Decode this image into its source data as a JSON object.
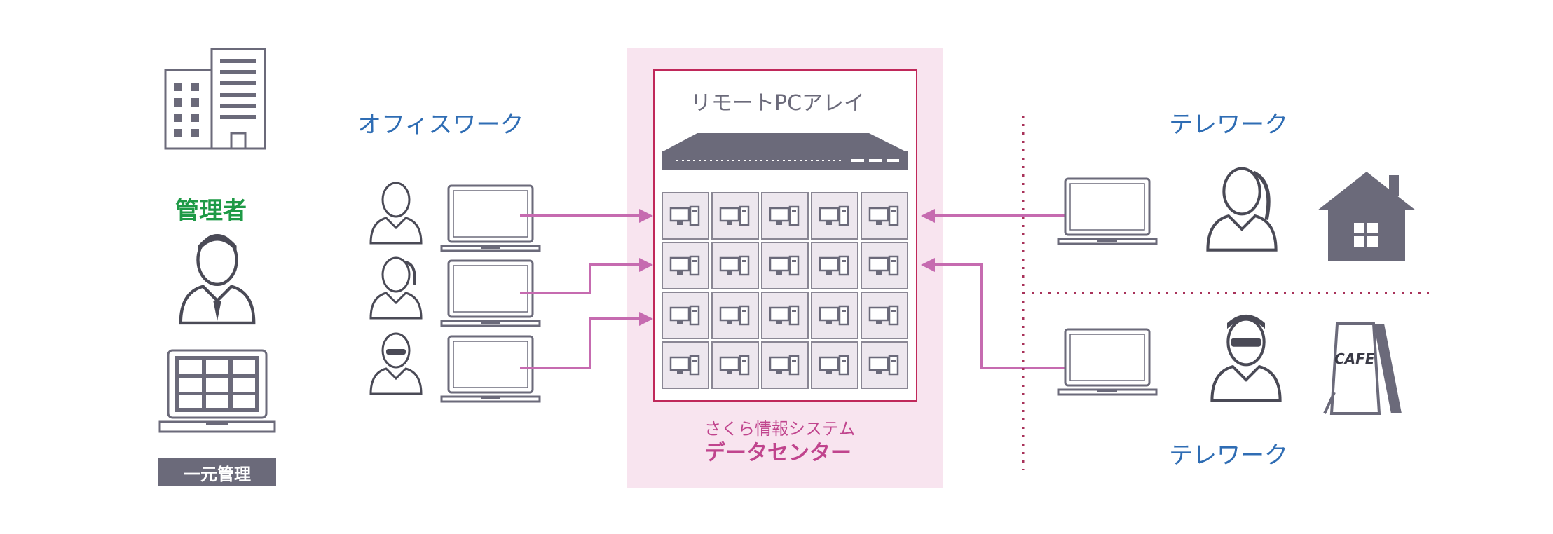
{
  "admin": {
    "label": "管理者",
    "badge": "一元管理"
  },
  "office": {
    "label": "オフィスワーク"
  },
  "array": {
    "title": "リモートPCアレイ",
    "rows": 4,
    "cols": 5
  },
  "datacenter": {
    "line1": "さくら情報システム",
    "line2": "データセンター"
  },
  "telework": {
    "top_label": "テレワーク",
    "bottom_label": "テレワーク",
    "cafe_sign": "CAFE"
  },
  "colors": {
    "accent_pink": "#c0448d",
    "arrow_pink": "#c66bb0",
    "dc_bg": "#f8e4ef",
    "box_border": "#c0285a",
    "gray": "#6b6a7a",
    "blue": "#2f6db4",
    "green": "#1e9a46",
    "divider": "#a8325a"
  }
}
